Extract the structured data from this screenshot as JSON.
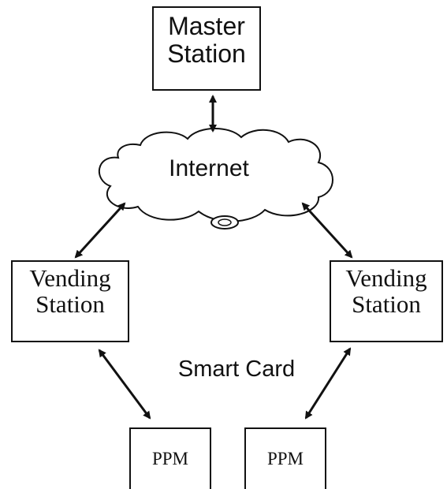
{
  "nodes": {
    "master_station": [
      "Master",
      "Station"
    ],
    "internet": "Internet",
    "vending_left": [
      "Vending",
      "Station"
    ],
    "vending_right": [
      "Vending",
      "Station"
    ],
    "ppm_left": "PPM",
    "ppm_right": "PPM"
  },
  "link_label": "Smart Card",
  "colors": {
    "stroke": "#111111",
    "background": "#ffffff"
  }
}
